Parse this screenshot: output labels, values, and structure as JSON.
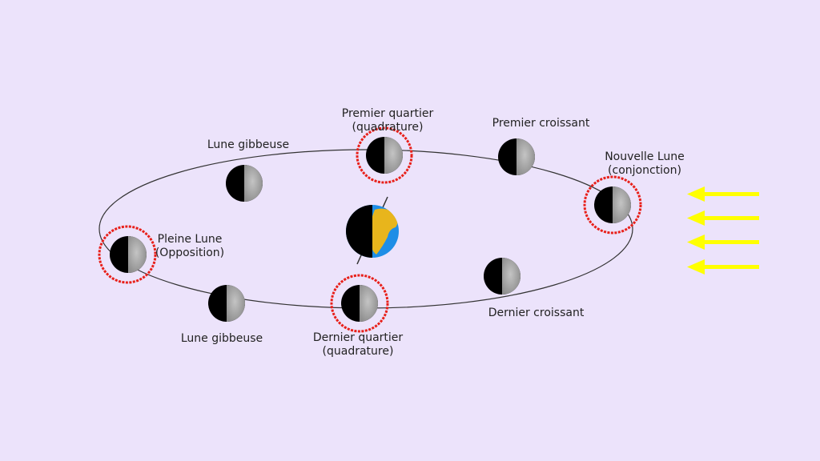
{
  "labels": {
    "premier_quartier": {
      "line1": "Premier quartier",
      "line2": "(quadrature)"
    },
    "premier_croissant": "Premier croissant",
    "nouvelle_lune": {
      "line1": "Nouvelle Lune",
      "line2": "(conjonction)"
    },
    "lune_gibbeuse_top": "Lune gibbeuse",
    "pleine_lune": {
      "line1": "Pleine Lune",
      "line2": "(Opposition)"
    },
    "lune_gibbeuse_bottom": "Lune gibbeuse",
    "dernier_quartier": {
      "line1": "Dernier quartier",
      "line2": "(quadrature)"
    },
    "dernier_croissant": "Dernier croissant"
  },
  "colors": {
    "background": "#ece3fb",
    "orbit": "#333333",
    "moon_dark": "#000000",
    "moon_lit": "#a8a8a8",
    "highlight": "#e8201a",
    "sunlight": "#ffff00",
    "earth_ocean": "#1e8ee6",
    "earth_land": "#e8b51c"
  },
  "icons": {
    "moon": "moon-phase-icon",
    "earth": "earth-icon",
    "sun_rays": "sunlight-arrow-icon"
  }
}
